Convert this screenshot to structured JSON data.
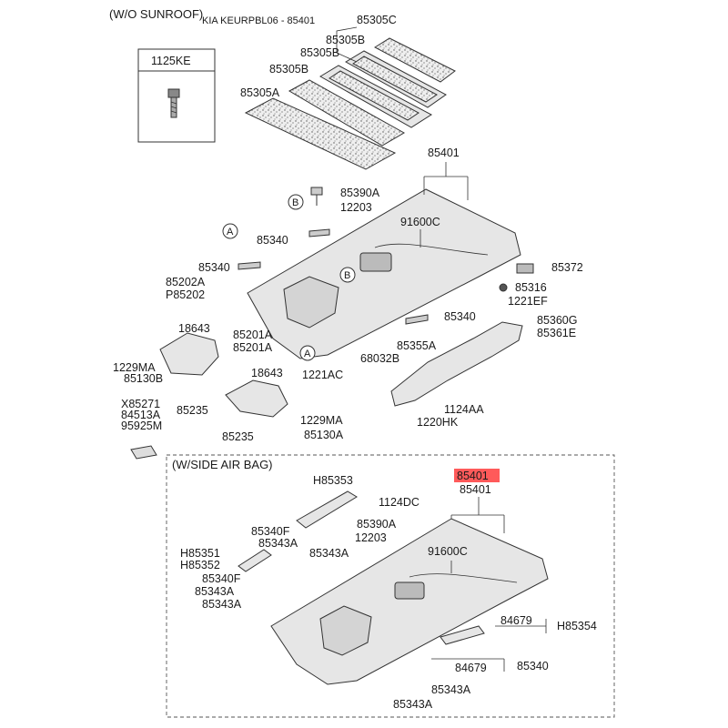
{
  "header": {
    "variant_top": "(W/O SUNROOF)",
    "catalog_ref": "KIA KEURPBL06 - 85401"
  },
  "legend_box": {
    "label": "1125KE"
  },
  "labels_top": {
    "l_85305C": "85305C",
    "l_85305B_1": "85305B",
    "l_85305B_2": "85305B",
    "l_85305B_3": "85305B",
    "l_85305A": "85305A",
    "l_85401": "85401",
    "l_85390A": "85390A",
    "l_12203": "12203",
    "l_91600C": "91600C",
    "l_85340_a": "85340",
    "l_85340_b": "85340",
    "l_85372": "85372",
    "l_85316": "85316",
    "l_1221EF": "1221EF",
    "l_85340_c": "85340",
    "l_85355A": "85355A",
    "l_68032B": "68032B",
    "l_1221AC": "1221AC",
    "l_85360G": "85360G",
    "l_85361E": "85361E",
    "l_1124AA": "1124AA",
    "l_1220HK": "1220HK",
    "l_85202A": "85202A",
    "l_P85202": "P85202",
    "l_18643_a": "18643",
    "l_1229MA_a": "1229MA",
    "l_85130B": "85130B",
    "l_85235_a": "85235",
    "l_85201A_1": "85201A",
    "l_85201A_2": "85201A",
    "l_18643_b": "18643",
    "l_1229MA_b": "1229MA",
    "l_85130A": "85130A",
    "l_85235_b": "85235",
    "l_X85271": "X85271",
    "l_84513A": "84513A",
    "l_95925M": "95925M",
    "callout_A1": "A",
    "callout_A2": "A",
    "callout_B1": "B",
    "callout_B2": "B"
  },
  "airbag_section": {
    "title": "(W/SIDE AIR BAG)",
    "highlight": "85401",
    "l_85401": "85401",
    "l_H85353": "H85353",
    "l_1124DC": "1124DC",
    "l_85340F_a": "85340F",
    "l_85390A": "85390A",
    "l_85343A_a": "85343A",
    "l_12203": "12203",
    "l_85343A_b": "85343A",
    "l_91600C": "91600C",
    "l_H85351": "H85351",
    "l_H85352": "H85352",
    "l_85340F_b": "85340F",
    "l_85343A_c": "85343A",
    "l_85343A_d": "85343A",
    "l_84679_a": "84679",
    "l_H85354": "H85354",
    "l_84679_b": "84679",
    "l_85340": "85340",
    "l_85343A_e": "85343A",
    "l_85343A_f": "85343A"
  }
}
